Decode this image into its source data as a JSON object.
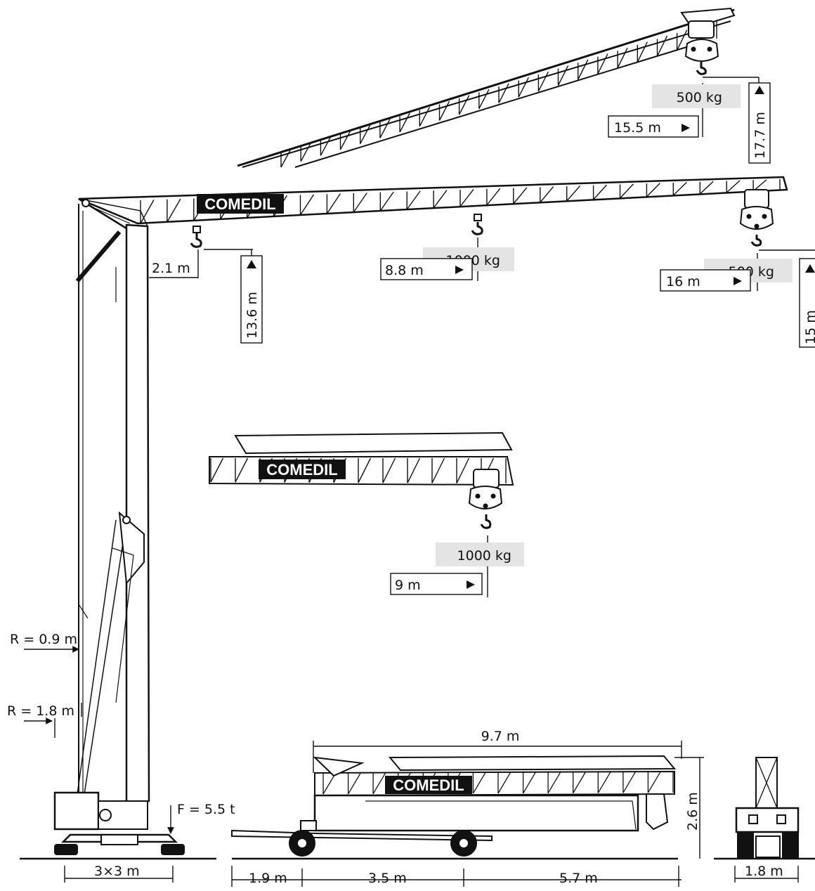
{
  "brand": "COMEDIL",
  "loads": {
    "upper_tip_load": "500 kg",
    "upper_tip_reach": "15.5 m",
    "upper_tip_height": "17.7 m",
    "main_near_reach": "2.1 m",
    "main_height": "13.6 m",
    "main_mid_load": "1000 kg",
    "main_mid_reach": "8.8 m",
    "main_tip_load": "500 kg",
    "main_tip_reach": "16 m",
    "main_tip_height": "15 m",
    "folded_load": "1000 kg",
    "folded_reach": "9 m"
  },
  "base": {
    "radius_small": "R = 0.9 m",
    "radius_large": "R = 1.8 m",
    "force": "F = 5.5 t",
    "footprint": "3×3 m"
  },
  "transport": {
    "length": "9.7 m",
    "height": "2.6 m",
    "front_overhang": "1.9 m",
    "wheelbase": "3.5 m",
    "rear_overhang": "5.7 m",
    "width": "1.8 m"
  },
  "colors": {
    "label_fill": "#e4e4e4",
    "ink": "#111111",
    "brand_bg": "#111111"
  }
}
